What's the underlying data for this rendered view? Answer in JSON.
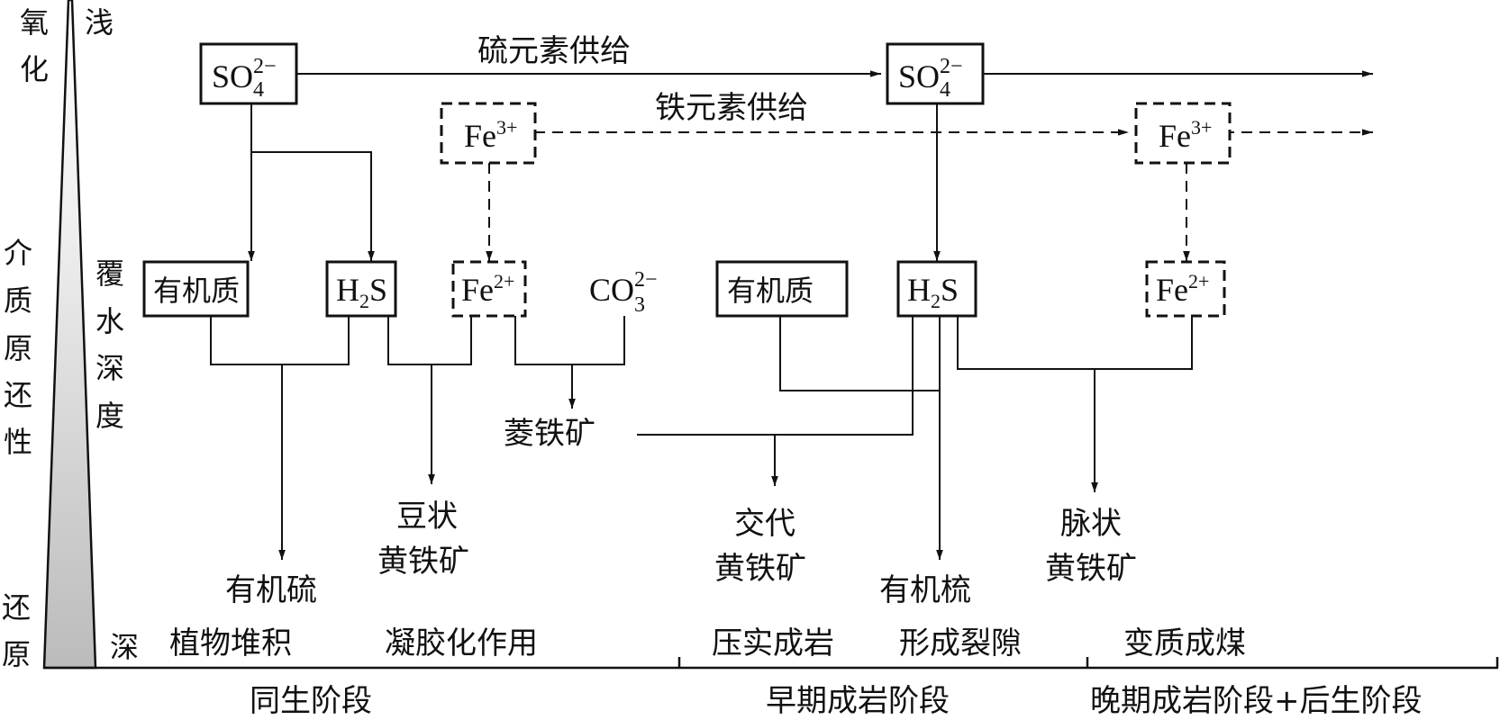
{
  "left_axis": {
    "oxidation_label": [
      "氧",
      "化"
    ],
    "medium_label": [
      "介",
      "质",
      "原",
      "还",
      "性"
    ],
    "reduction_label": [
      "还",
      "原"
    ],
    "shallow_label": "浅",
    "depth_label": [
      "覆",
      "水",
      "深",
      "度"
    ],
    "deep_label": "深"
  },
  "supply": {
    "sulfur": "硫元素供给",
    "iron": "铁元素供给"
  },
  "nodes": {
    "so4_1": {
      "base": "SO",
      "sub": "4",
      "sup": "2−"
    },
    "so4_2": {
      "base": "SO",
      "sub": "4",
      "sup": "2−"
    },
    "fe3_1": {
      "base": "Fe",
      "sup": "3+"
    },
    "fe3_2": {
      "base": "Fe",
      "sup": "3+"
    },
    "organic_1": "有机质",
    "h2s_1": {
      "base": "H",
      "sub": "2",
      "tail": "S"
    },
    "fe2_1": {
      "base": "Fe",
      "sup": "2+"
    },
    "co3": {
      "base": "CO",
      "sub": "3",
      "sup": "2−"
    },
    "organic_2": "有机质",
    "h2s_2": {
      "base": "H",
      "sub": "2",
      "tail": "S"
    },
    "fe2_2": {
      "base": "Fe",
      "sup": "2+"
    }
  },
  "products": {
    "siderite": "菱铁矿",
    "organic_sulfur_1": "有机硫",
    "pea_pyrite": [
      "豆状",
      "黄铁矿"
    ],
    "replacement_pyrite": [
      "交代",
      "黄铁矿"
    ],
    "organic_sulfur_2": "有机梳",
    "vein_pyrite": [
      "脉状",
      "黄铁矿"
    ]
  },
  "processes": [
    "植物堆积",
    "凝胶化作用",
    "压实成岩",
    "形成裂隙",
    "变质成煤"
  ],
  "stages": [
    "同生阶段",
    "早期成岩阶段",
    "晚期成岩阶段+后生阶段"
  ],
  "colors": {
    "ink": "#111111",
    "wedge_light": "#f4f4f4",
    "wedge_dark": "#bdbdbd"
  }
}
